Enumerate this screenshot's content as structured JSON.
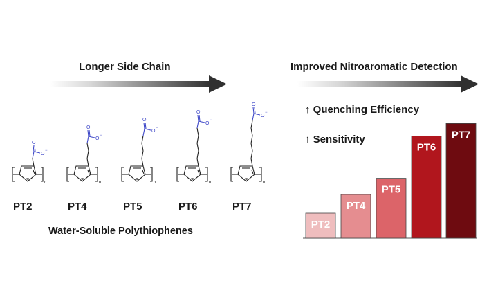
{
  "left_panel": {
    "arrow_title": "Longer Side Chain",
    "caption": "Water-Soluble Polythiophenes",
    "polymers": [
      {
        "label": "PT2",
        "chain_carbons": 1
      },
      {
        "label": "PT4",
        "chain_carbons": 3
      },
      {
        "label": "PT5",
        "chain_carbons": 4
      },
      {
        "label": "PT6",
        "chain_carbons": 5
      },
      {
        "label": "PT7",
        "chain_carbons": 6
      }
    ],
    "structure_text": {
      "sulfur": "S",
      "repeat": "n",
      "oxygen": "O",
      "charge": "−"
    }
  },
  "right_panel": {
    "arrow_title": "Improved Nitroaromatic Detection",
    "bullets": [
      {
        "icon": "up-arrow-icon",
        "text": "Quenching Efficiency"
      },
      {
        "icon": "up-arrow-icon",
        "text": "Sensitivity"
      }
    ]
  },
  "chart_data": {
    "type": "bar",
    "categories": [
      "PT2",
      "PT4",
      "PT5",
      "PT6",
      "PT7"
    ],
    "values": [
      1,
      1.75,
      2.4,
      4.1,
      4.6
    ],
    "colors": [
      "#efbdbe",
      "#e58d90",
      "#dc6469",
      "#b1161d",
      "#6e0b10"
    ],
    "title": "",
    "xlabel": "",
    "ylabel": ""
  },
  "colors": {
    "accent_blue": "#3f48c8",
    "text": "#1a1a1a",
    "arrow_light": "#d8d8d8",
    "arrow_dark": "#303030"
  }
}
